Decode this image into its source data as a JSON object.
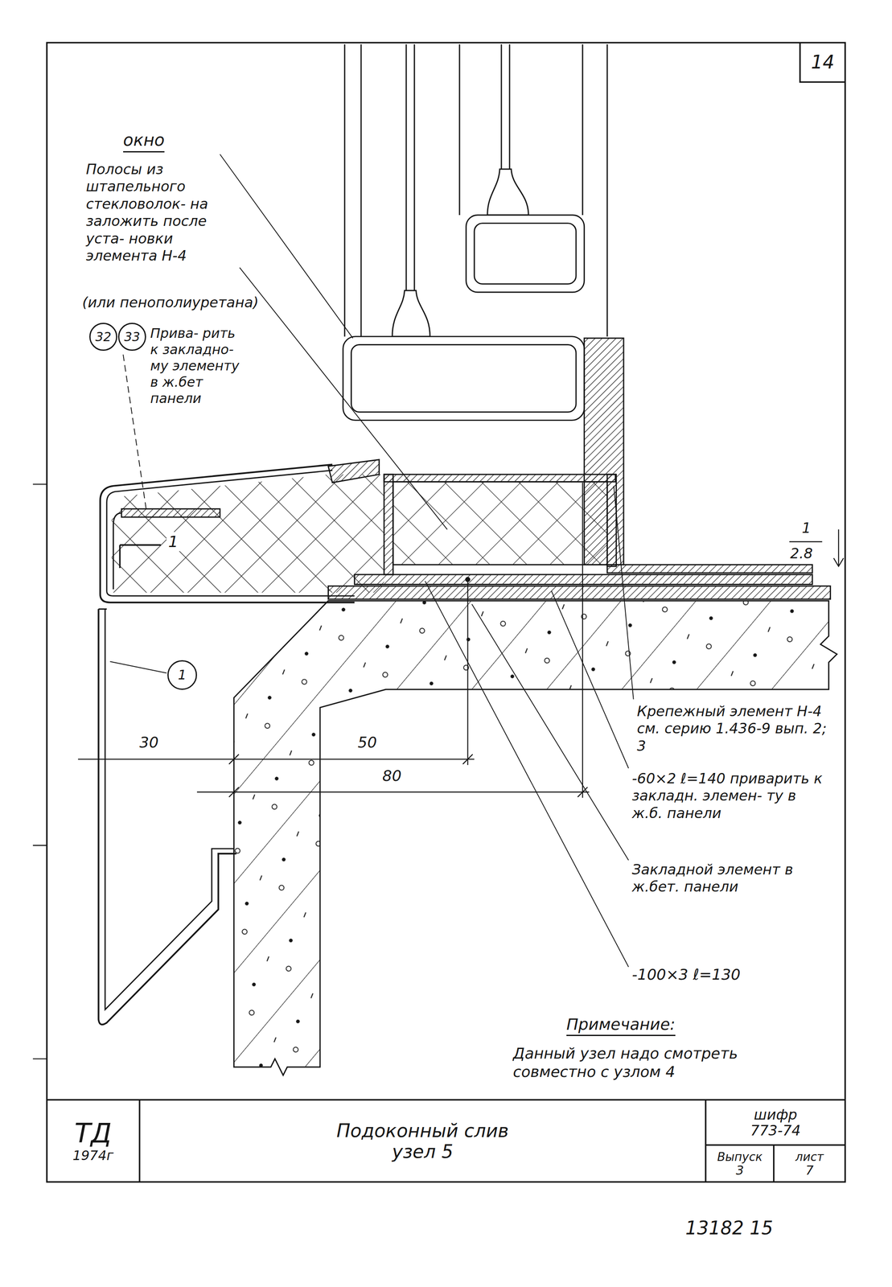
{
  "diagram": {
    "nodes": [
      {
        "text": [
          "14"
        ]
      },
      {
        "text": [
          "32"
        ]
      },
      {
        "text": [
          "33"
        ]
      },
      {
        "text": [
          "1"
        ]
      },
      {
        "text": [
          "ТД",
          "1974г"
        ]
      },
      {
        "text": [
          "Подоконный слив узел 5"
        ]
      },
      {
        "text": [
          "шифр",
          "773-74"
        ]
      },
      {
        "text": [
          "Выпуск",
          "3"
        ]
      },
      {
        "text": [
          "лист",
          "7"
        ]
      }
    ],
    "labels": [
      "окно",
      "Полосы из штапельного стекловолок- на заложить после уста- новки элемента Н-4",
      "(или пенополиуретана)",
      "Прива- рить к закладно- му элементу в ж.бет панели",
      "1",
      "1",
      "2.8",
      "30",
      "50",
      "80",
      "Крепежный элемент Н-4 см. серию 1.436-9 вып. 2; 3",
      "-60×2 ℓ=140 приварить к закладн. элемен- ту в ж.б. панели",
      "Закладной элемент в ж.бет. панели",
      "-100×3 ℓ=130",
      "Примечание:",
      "Данный узел надо смотреть совместно с узлом 4",
      "13182 15"
    ]
  }
}
